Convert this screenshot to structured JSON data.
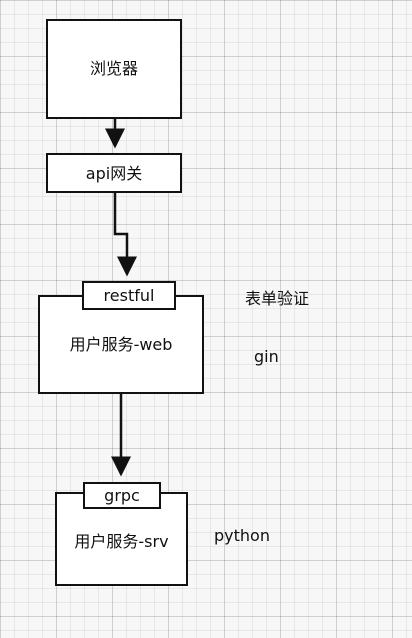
{
  "diagram": {
    "nodes": {
      "browser": {
        "label": "浏览器"
      },
      "gateway": {
        "label": "api网关"
      },
      "user_web": {
        "label": "用户服务-web"
      },
      "restful": {
        "label": "restful"
      },
      "user_srv": {
        "label": "用户服务-srv"
      },
      "grpc": {
        "label": "grpc"
      }
    },
    "annotations": {
      "form_validation": "表单验证",
      "gin": "gin",
      "python": "python"
    },
    "edges": [
      {
        "from": "browser",
        "to": "gateway"
      },
      {
        "from": "gateway",
        "to": "user_web"
      },
      {
        "from": "user_web",
        "to": "user_srv"
      }
    ]
  }
}
